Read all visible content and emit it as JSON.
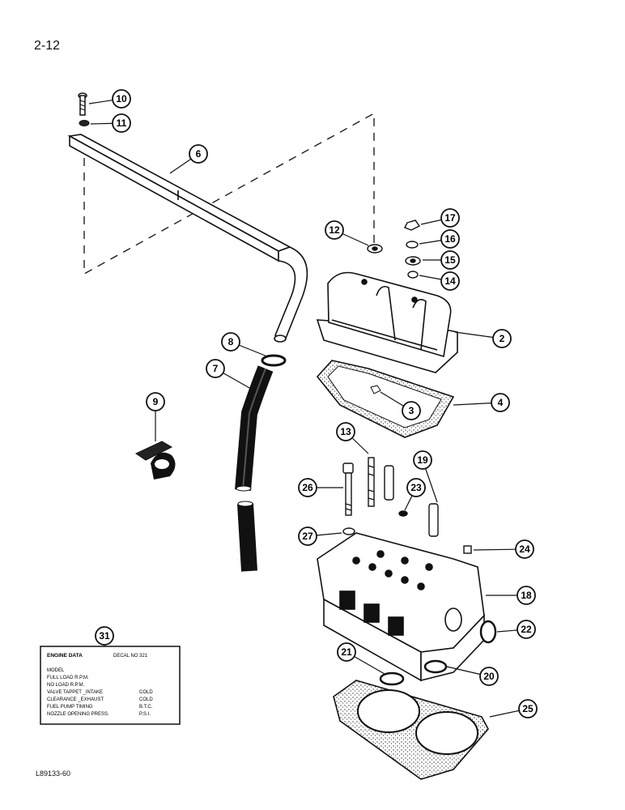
{
  "page_number": "2-12",
  "figure_code": "L89133-60",
  "callouts": [
    "10",
    "11",
    "6",
    "12",
    "17",
    "16",
    "15",
    "14",
    "2",
    "8",
    "7",
    "3",
    "4",
    "9",
    "13",
    "19",
    "26",
    "23",
    "27",
    "24",
    "18",
    "22",
    "21",
    "20",
    "25",
    "31"
  ],
  "decal": {
    "title": "ENGINE DATA",
    "decal_no": "DECAL NO 321",
    "rows": [
      {
        "label": "MODEL",
        "value": ""
      },
      {
        "label": "FULL LOAD R.P.M.",
        "value": ""
      },
      {
        "label": "NO LOAD R.P.M.",
        "value": ""
      },
      {
        "label": "VALVE TAPPET _INTAKE",
        "value": "COLD"
      },
      {
        "label": "CLEARANCE _EXHAUST",
        "value": "COLD"
      },
      {
        "label": "FUEL PUMP TIMING",
        "value": "B.T.C."
      },
      {
        "label": "NOZZLE OPENING PRESS.",
        "value": "P.S.I."
      }
    ]
  }
}
